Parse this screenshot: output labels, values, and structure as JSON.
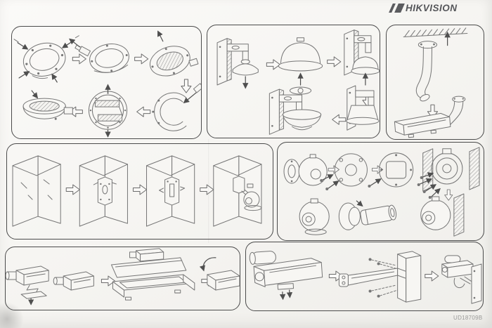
{
  "brand": {
    "logo_text": "HIKVISION"
  },
  "footer": {
    "doc_number": "UD18709B"
  },
  "colors": {
    "paper": "#f5f4f1",
    "ink_line": "#767676",
    "panel_border": "#4b4b4b",
    "logo": "#55565a"
  },
  "panels": [
    {
      "name": "dome-camera-assembly",
      "position": "top-left",
      "step_count": 6
    },
    {
      "name": "pendant-dome-wall-mount",
      "position": "top-center",
      "step_count": 5
    },
    {
      "name": "ceiling-pipe-bullet-mount",
      "position": "top-right",
      "step_count": 2
    },
    {
      "name": "corner-mount-sequence",
      "position": "middle-left",
      "step_count": 4
    },
    {
      "name": "mounting-plates-and-cameras",
      "position": "middle-right",
      "step_count": 7
    },
    {
      "name": "box-camera-housing",
      "position": "bottom-left",
      "step_count": 4
    },
    {
      "name": "bullet-camera-wall-bracket",
      "position": "bottom-right",
      "step_count": 3
    }
  ]
}
